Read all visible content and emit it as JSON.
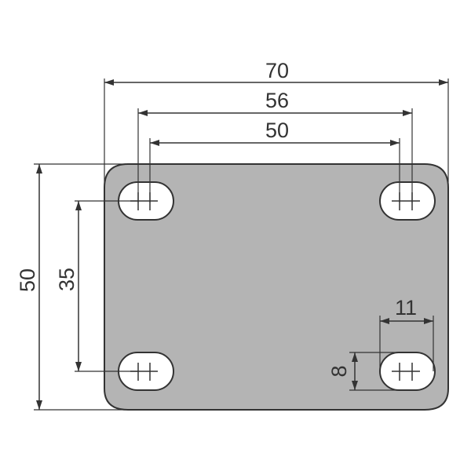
{
  "diagram": {
    "dimensions": {
      "overall_width": "70",
      "hole_span_outer": "56",
      "hole_span_inner": "50",
      "overall_height": "50",
      "hole_span_vertical": "35",
      "slot_length": "11",
      "slot_width": "8"
    },
    "colors": {
      "plate_fill": "#b4b4b4",
      "outline": "#333333",
      "hole_fill": "#ffffff"
    }
  }
}
